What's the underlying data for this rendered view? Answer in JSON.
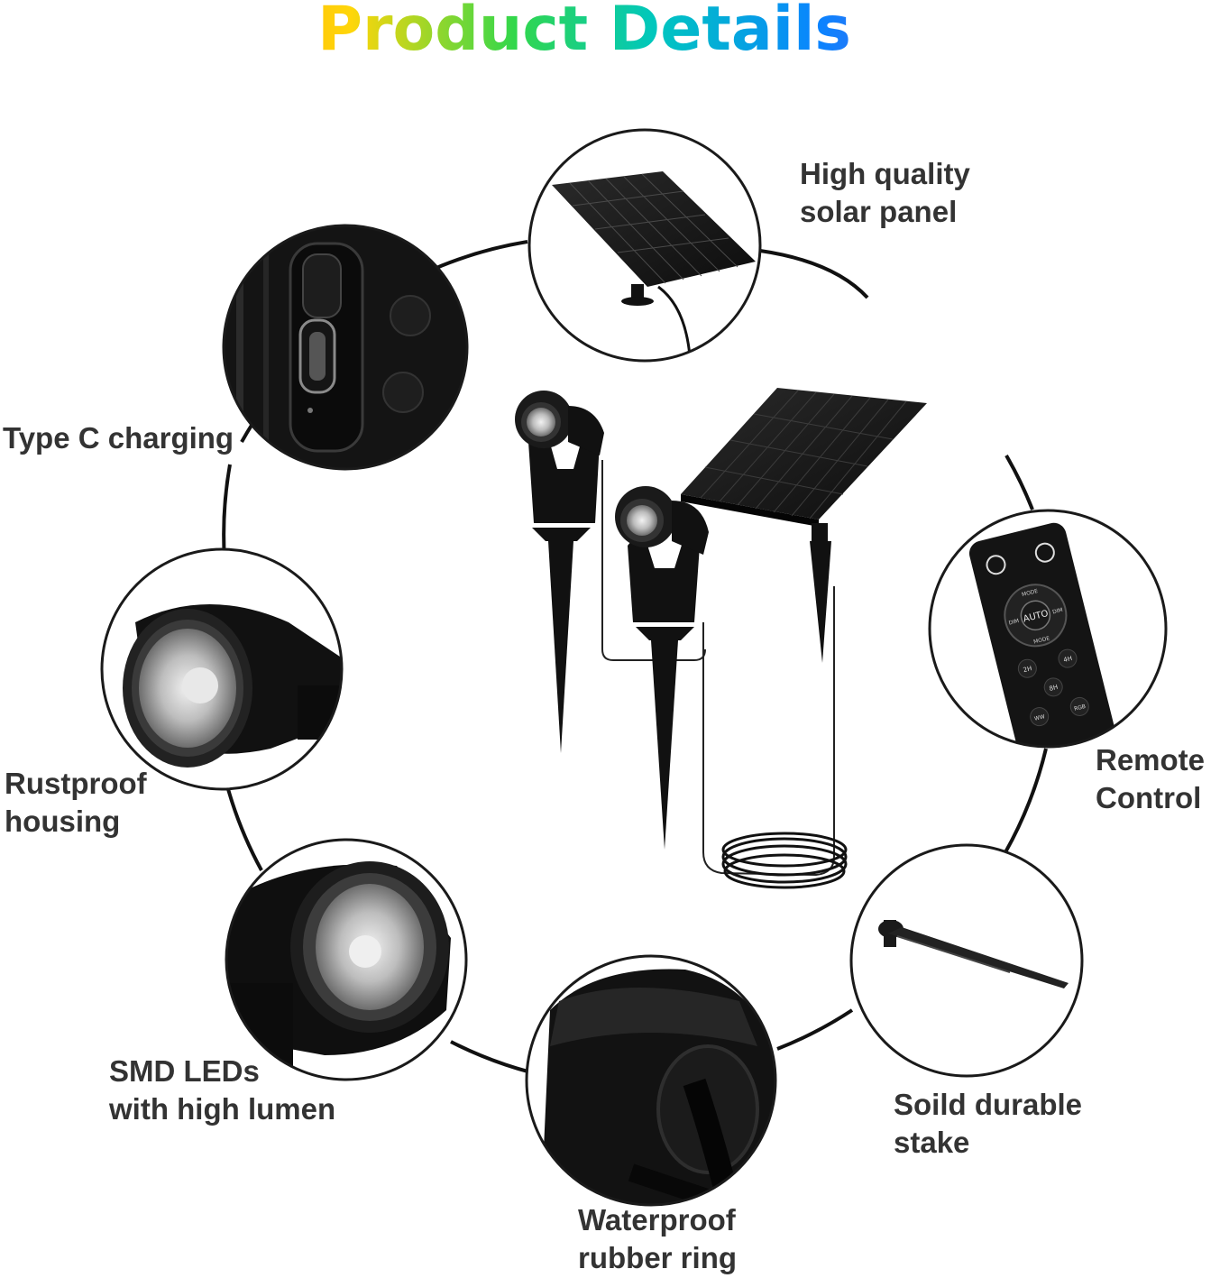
{
  "title": "Product Details",
  "colors": {
    "product": "#111111",
    "circle_border": "#1a1a1a",
    "label_text": "#333333",
    "background": "#ffffff"
  },
  "features": [
    {
      "id": "solar-panel",
      "lines": [
        "High quality",
        "solar panel"
      ],
      "icon": "solar-panel-icon"
    },
    {
      "id": "type-c",
      "lines": [
        "Type C charging"
      ],
      "icon": "usb-c-port-icon"
    },
    {
      "id": "remote",
      "lines": [
        "Remote",
        "Control"
      ],
      "icon": "remote-control-icon"
    },
    {
      "id": "rustproof",
      "lines": [
        "Rustproof",
        "housing"
      ],
      "icon": "spotlight-head-icon"
    },
    {
      "id": "smd-leds",
      "lines": [
        "SMD LEDs",
        "with high lumen"
      ],
      "icon": "led-lens-icon"
    },
    {
      "id": "stake",
      "lines": [
        "Soild durable",
        "stake"
      ],
      "icon": "ground-stake-icon"
    },
    {
      "id": "waterproof",
      "lines": [
        "Waterproof",
        "rubber ring"
      ],
      "icon": "rubber-ring-icon"
    }
  ],
  "remote_buttons": [
    "MODE",
    "AUTO",
    "DIM",
    "DIM",
    "MODE",
    "2H",
    "4H",
    "8H",
    "WW",
    "RGB"
  ]
}
